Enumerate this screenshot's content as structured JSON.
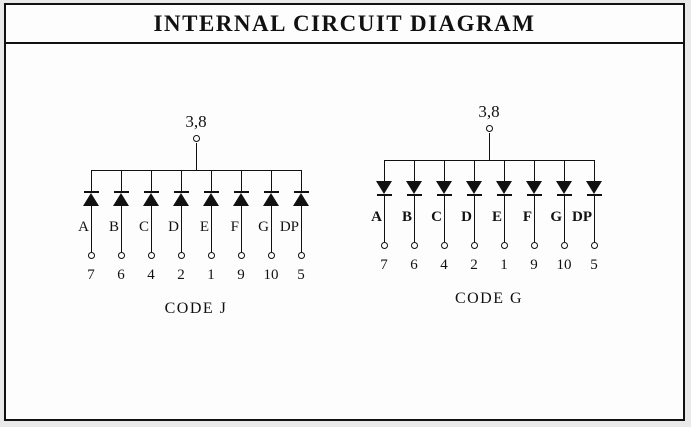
{
  "title": "INTERNAL CIRCUIT DIAGRAM",
  "diagrams": [
    {
      "common_pin": "3,8",
      "diode_direction": "up",
      "segments": [
        "A",
        "B",
        "C",
        "D",
        "E",
        "F",
        "G",
        "DP"
      ],
      "pins": [
        "7",
        "6",
        "4",
        "2",
        "1",
        "9",
        "10",
        "5"
      ],
      "code": "CODE J"
    },
    {
      "common_pin": "3,8",
      "diode_direction": "down",
      "segments": [
        "A",
        "B",
        "C",
        "D",
        "E",
        "F",
        "G",
        "DP"
      ],
      "pins": [
        "7",
        "6",
        "4",
        "2",
        "1",
        "9",
        "10",
        "5"
      ],
      "code": "CODE G"
    }
  ]
}
